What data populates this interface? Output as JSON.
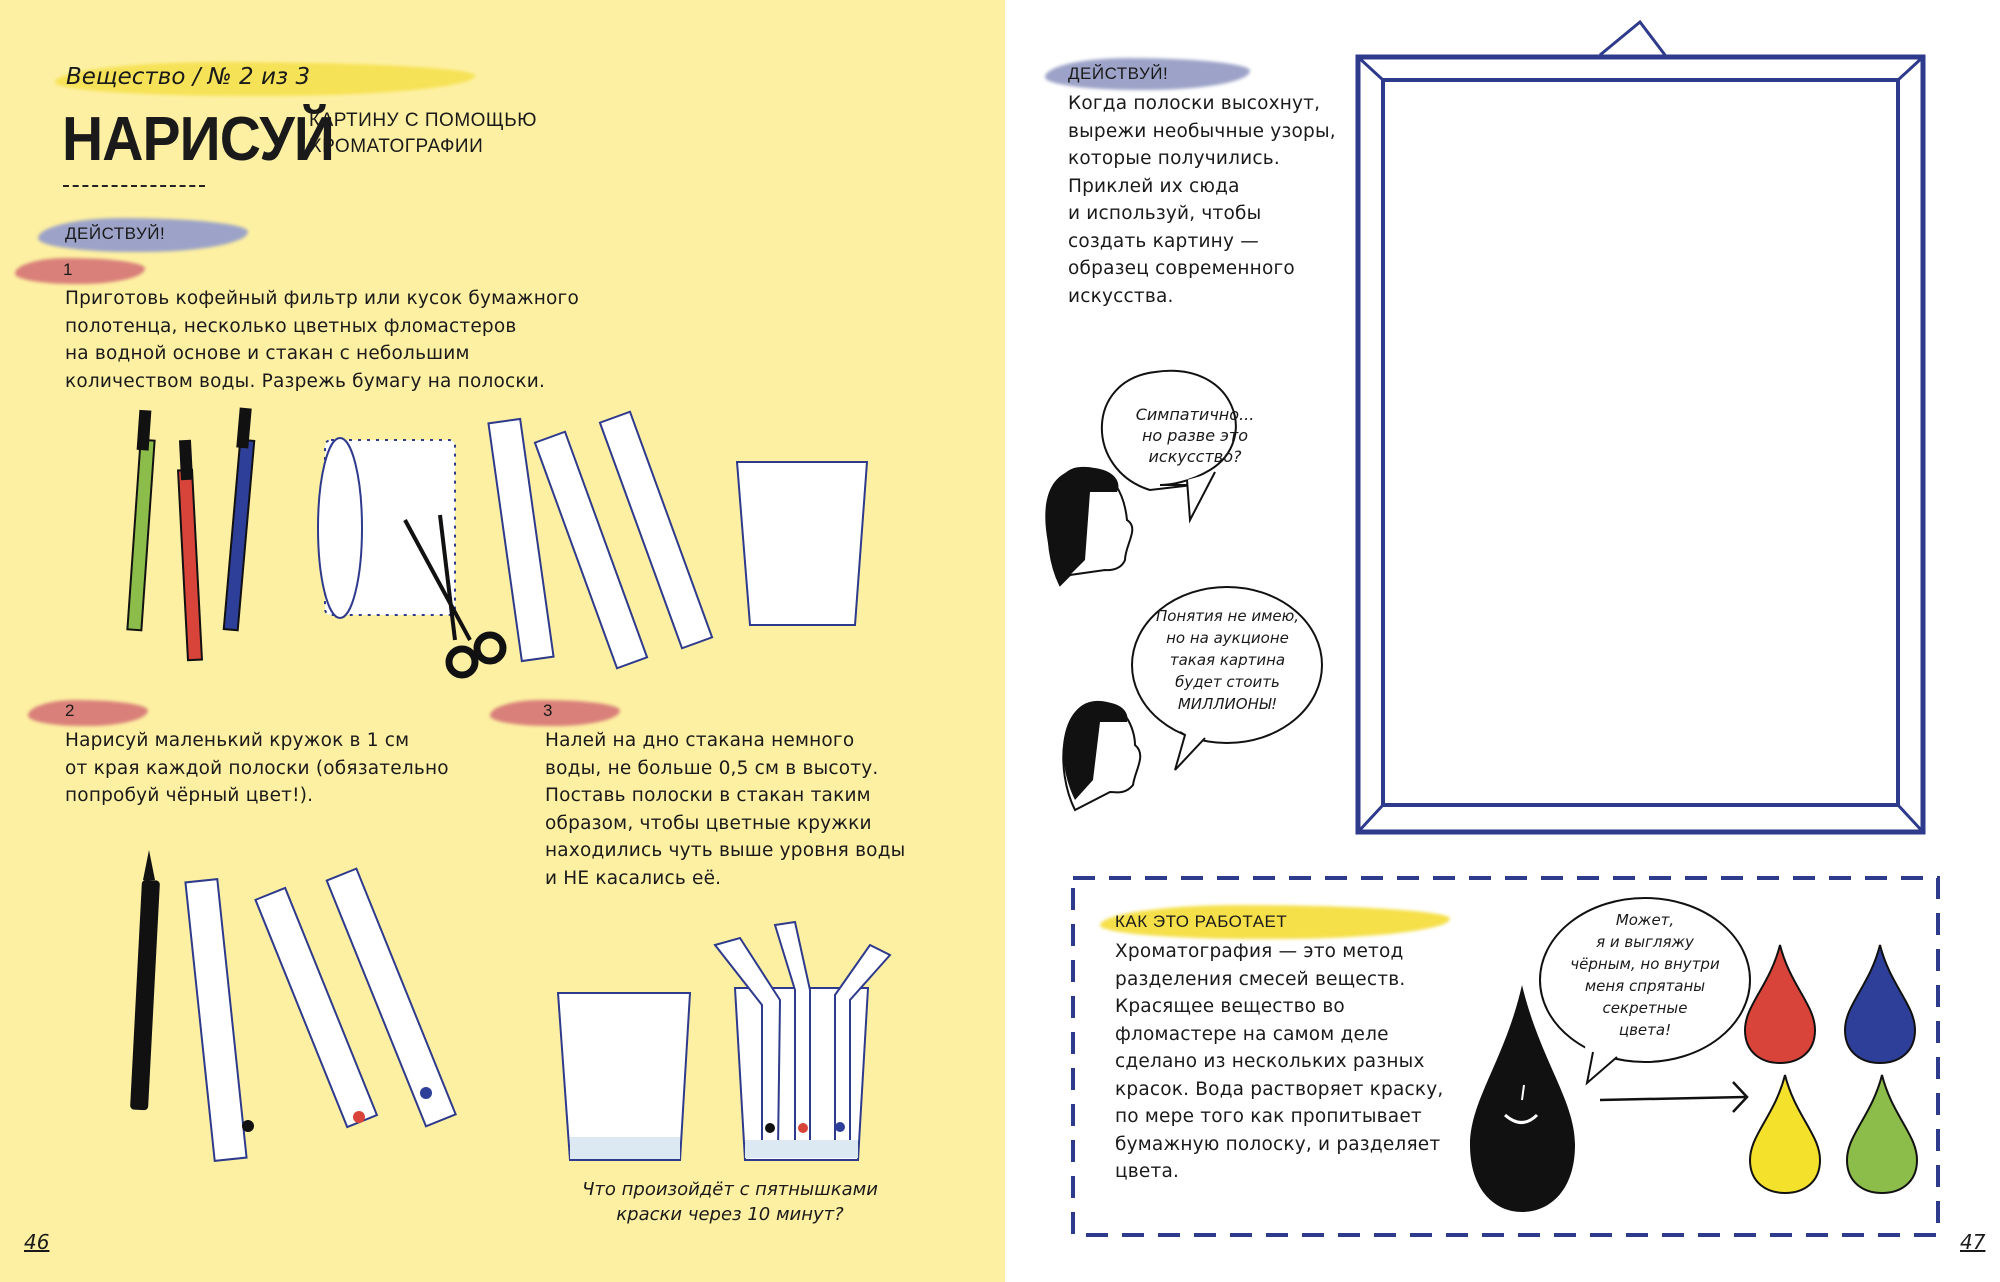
{
  "left_page": {
    "series_label": "Вещество / № 2 из 3",
    "title": "НАРИСУЙ",
    "subtitle_line1": "КАРТИНУ С ПОМОЩЬЮ",
    "subtitle_line2": "ХРОМАТОГРАФИИ",
    "act_label": "ДЕЙСТВУЙ!",
    "steps": [
      {
        "number": "1",
        "lines": [
          "Приготовь кофейный фильтр или кусок бумажного",
          "полотенца, несколько цветных фломастеров",
          "на водной основе и стакан с небольшим",
          "количеством воды. Разрежь бумагу на полоски."
        ]
      },
      {
        "number": "2",
        "lines": [
          "Нарисуй маленький кружок в 1 см",
          "от края каждой полоски (обязательно",
          "попробуй чёрный цвет!)."
        ]
      },
      {
        "number": "3",
        "lines": [
          "Налей на дно стакана немного",
          "воды, не больше 0,5 см в высоту.",
          "Поставь полоски в стакан таким",
          "образом, чтобы цветные кружки",
          "находились чуть выше уровня воды",
          "и НЕ касались её."
        ]
      }
    ],
    "caption_line1": "Что произойдёт с пятнышками",
    "caption_line2": "краски через 10 минут?",
    "page_number": "46"
  },
  "right_page": {
    "act_label": "ДЕЙСТВУЙ!",
    "act_lines": [
      "Когда полоски высохнут,",
      "вырежи необычные узоры,",
      "которые получились.",
      "Приклей их сюда",
      "и используй, чтобы",
      "создать картину —",
      "образец современного",
      "искусства."
    ],
    "bubble1_lines": [
      "Симпатично...",
      "но разве это",
      "искусство?"
    ],
    "bubble2_lines": [
      "Понятия не имею,",
      "но на аукционе",
      "такая картина",
      "будет стоить",
      "МИЛЛИОНЫ!"
    ],
    "how_label": "КАК ЭТО РАБОТАЕТ",
    "how_lines": [
      "Хроматография — это метод",
      "разделения смесей веществ.",
      "Красящее вещество во",
      "фломастере на самом деле",
      "сделано из нескольких разных",
      "красок. Вода растворяет краску,",
      "по мере того как пропитывает",
      "бумажную полоску, и разделяет",
      "цвета."
    ],
    "bubble3_lines": [
      "Может,",
      "я и выгляжу",
      "чёрным, но внутри",
      "меня спрятаны",
      "секретные",
      "цвета!"
    ],
    "drop_colors": [
      "#d9443a",
      "#2e3f9a",
      "#f4e12c",
      "#8cbd4a"
    ],
    "page_number": "47"
  },
  "colors": {
    "page_yellow": "#fdf0a2",
    "frame_blue": "#2e3a8c",
    "brush_blue": "#9da3c8",
    "brush_red": "#d9807a",
    "brush_yellow": "#f5e04a"
  }
}
